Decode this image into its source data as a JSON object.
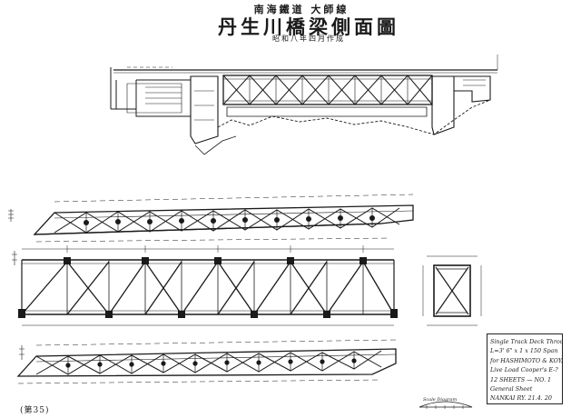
{
  "title": {
    "line1": "南海鐵道 大師線",
    "main": "丹生川橋梁側面圖",
    "line3": "昭和八年四月作成"
  },
  "legend": {
    "lines": [
      "Single Track Deck Through Bridge",
      "L=3' 6\" x 1 x 150 Span",
      "for HASHIMOTO & KOYASAN Line",
      "Live Load Cooper's E-?",
      "12 SHEETS — NO. 1",
      "General Sheet",
      "NANKAI RY. 21.4. 20"
    ]
  },
  "scale_note": "Scale Diagram",
  "stamp": "(第35)",
  "colors": {
    "ink": "#1a1a1a",
    "paper": "#ffffff"
  }
}
